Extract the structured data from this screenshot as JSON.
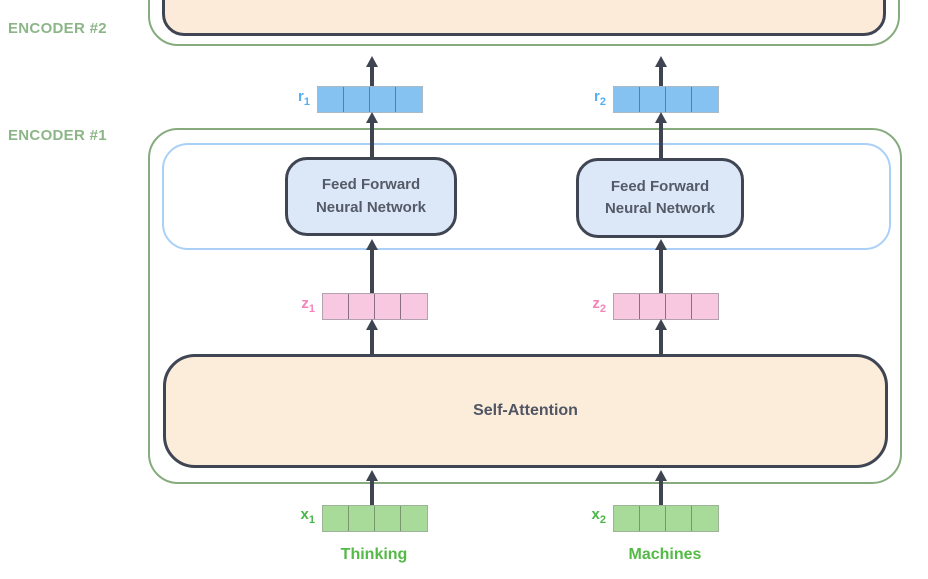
{
  "diagram": {
    "encoder_labels": {
      "encoder2": "ENCODER #2",
      "encoder1": "ENCODER #1"
    },
    "blocks": {
      "ffnn1": {
        "line1": "Feed Forward",
        "line2": "Neural Network"
      },
      "ffnn2": {
        "line1": "Feed Forward",
        "line2": "Neural Network"
      },
      "self_attention": "Self-Attention"
    },
    "vectors": {
      "r1": {
        "base": "r",
        "sub": "1",
        "cells": 4,
        "fill": "#85c2f1"
      },
      "r2": {
        "base": "r",
        "sub": "2",
        "cells": 4,
        "fill": "#85c2f1"
      },
      "z1": {
        "base": "z",
        "sub": "1",
        "cells": 4,
        "fill": "#f8c7e0"
      },
      "z2": {
        "base": "z",
        "sub": "2",
        "cells": 4,
        "fill": "#f8c7e0"
      },
      "x1": {
        "base": "x",
        "sub": "1",
        "cells": 4,
        "fill": "#a8db99"
      },
      "x2": {
        "base": "x",
        "sub": "2",
        "cells": 4,
        "fill": "#a8db99"
      }
    },
    "tokens": {
      "token1": "Thinking",
      "token2": "Machines"
    },
    "colors": {
      "encoder_outline_green": "#86ac7d",
      "encoder_label_green": "#8cb687",
      "inner_layer_blue_outline": "#abd0f8",
      "dark_block_outline": "#3f4553",
      "ffnn_fill": "#dce8f8",
      "attention_fill": "#fcecda",
      "arrow": "#3e4450",
      "r_label_blue": "#52aff2",
      "z_label_pink": "#f583ba",
      "x_label_green": "#4bb648",
      "token_green": "#54ba46"
    }
  }
}
